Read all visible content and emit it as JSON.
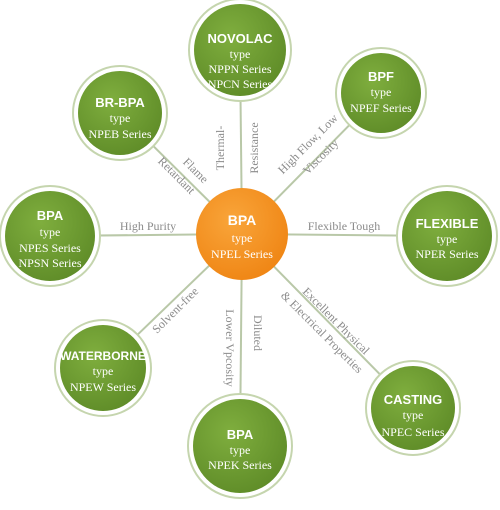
{
  "colors": {
    "center_fill": "#f5911e",
    "node_fill": "#6e9c32",
    "node_ring": "#c5d5ae",
    "spoke": "#b9c8a8",
    "label": "#8b8b8b"
  },
  "center": {
    "title": "BPA",
    "subtitle": "type",
    "series": "NPEL Series"
  },
  "nodes": {
    "novolac": {
      "title": "NOVOLAC",
      "subtitle": "type",
      "series1": "NPPN Series",
      "series2": "NPCN Series"
    },
    "bpf": {
      "title": "BPF",
      "subtitle": "type",
      "series1": "NPEF Series"
    },
    "flexible": {
      "title": "FLEXIBLE",
      "subtitle": "type",
      "series1": "NPER Series"
    },
    "casting": {
      "title": "CASTING",
      "subtitle": "type",
      "series1": "NPEC Series"
    },
    "bpa_bottom": {
      "title": "BPA",
      "subtitle": "type",
      "series1": "NPEK Series"
    },
    "waterborne": {
      "title": "WATERBORNE",
      "subtitle": "type",
      "series1": "NPEW Series"
    },
    "bpa_left": {
      "title": "BPA",
      "subtitle": "type",
      "series1": "NPES Series",
      "series2": "NPSN Series"
    },
    "brbpa": {
      "title": "BR-BPA",
      "subtitle": "type",
      "series1": "NPEB Series"
    }
  },
  "spoke_labels": {
    "thermal_1": "Thermal-",
    "thermal_2": "Resistance",
    "highflow_1": "High Flow, Low",
    "highflow_2": "Viscosity",
    "flexible_tough": "Flexible Tough",
    "excellent_1": "Excellent Physical",
    "excellent_2": "& Electrical Properties",
    "diluted": "Diluted",
    "lower_vpcosity": "Lower Vpcosity",
    "solvent_free": "Solvent-free",
    "high_purity": "High Purity",
    "flame": "Flame",
    "retardant": "Retardant"
  }
}
